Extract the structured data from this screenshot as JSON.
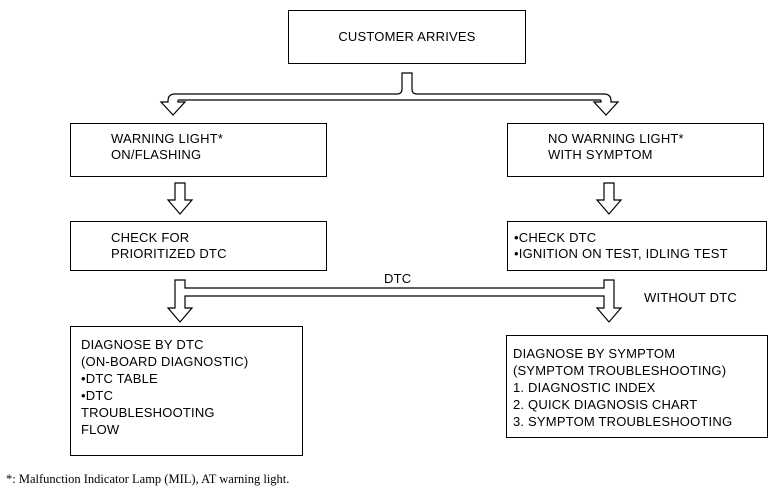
{
  "nodes": {
    "customer": {
      "lines": [
        "CUSTOMER ARRIVES"
      ]
    },
    "warning": {
      "lines": [
        "WARNING LIGHT*",
        "ON/FLASHING"
      ]
    },
    "no_warning": {
      "lines": [
        "NO WARNING LIGHT*",
        "WITH SYMPTOM"
      ]
    },
    "check_prioritized": {
      "lines": [
        "CHECK FOR",
        "PRIORITIZED DTC"
      ]
    },
    "check_dtc": {
      "lines": [
        "•CHECK DTC",
        "•IGNITION ON TEST, IDLING TEST"
      ]
    },
    "diagnose_dtc": {
      "lines": [
        "DIAGNOSE BY DTC",
        "(ON-BOARD DIAGNOSTIC)",
        "•DTC TABLE",
        "•DTC",
        " TROUBLESHOOTING",
        " FLOW"
      ]
    },
    "diagnose_symptom": {
      "lines": [
        "DIAGNOSE BY SYMPTOM",
        "(SYMPTOM TROUBLESHOOTING)",
        "1. DIAGNOSTIC INDEX",
        "2. QUICK DIAGNOSIS CHART",
        "3. SYMPTOM TROUBLESHOOTING"
      ]
    }
  },
  "labels": {
    "dtc": "DTC",
    "without_dtc": "WITHOUT DTC"
  },
  "footnote": "*: Malfunction Indicator Lamp (MIL), AT warning light."
}
